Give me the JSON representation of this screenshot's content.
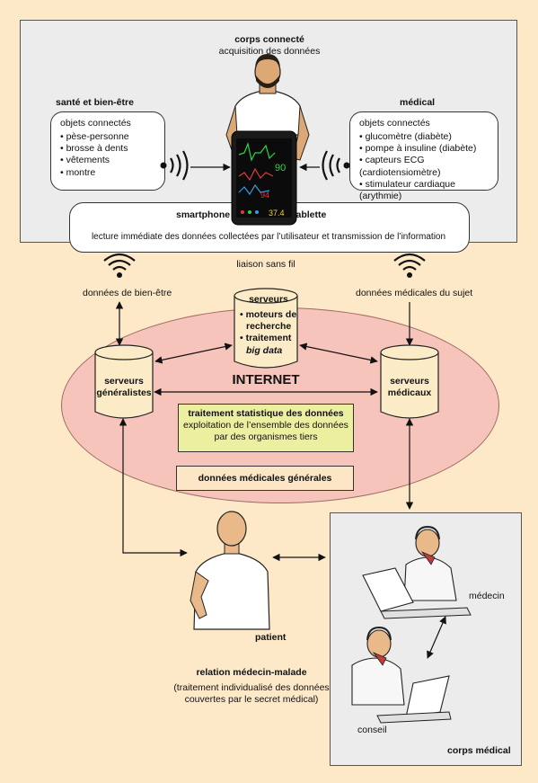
{
  "top_panel": {
    "title": "corps connecté",
    "subtitle": "acquisition des données",
    "wellness": {
      "heading": "santé et bien-être",
      "box_title": "objets connectés",
      "items": [
        "pèse-personne",
        "brosse à dents",
        "vêtements",
        "montre"
      ]
    },
    "medical": {
      "heading": "médical",
      "box_title": "objets connectés",
      "items": [
        "glucomètre (diabète)",
        "pompe à insuline (diabète)",
        "capteurs ECG (cardiotensiomètre)",
        "stimulateur cardiaque (arythmie)"
      ]
    },
    "smartphone_label": "smartphone",
    "tablet_label": "tablette",
    "reading_text": "lecture immédiate des données collectées par l’utilisateur et transmission de l’information"
  },
  "phone_screen": {
    "values": [
      "90",
      "94",
      "37.4"
    ]
  },
  "wireless_label": "liaison sans fil",
  "wellness_data_label": "données de bien-être",
  "medical_data_label": "données médicales du sujet",
  "internet": {
    "label": "INTERNET",
    "servers_top": {
      "title": "serveurs",
      "line1": "• moteurs de",
      "line2": "recherche",
      "line3": "• traitement",
      "line4": "big data"
    },
    "servers_general": {
      "line1": "serveurs",
      "line2": "généralistes"
    },
    "servers_medical": {
      "line1": "serveurs",
      "line2": "médicaux"
    },
    "stat_box": {
      "title": "traitement statistique des données",
      "line1": "exploitation de l’ensemble des données",
      "line2": "par des organismes tiers"
    },
    "general_data_label": "données médicales générales"
  },
  "patient_label": "patient",
  "relation": {
    "title": "relation médecin-malade",
    "line1": "(traitement individualisé des données",
    "line2": "couvertes par le secret médical)"
  },
  "medical_panel": {
    "doctor_label": "médecin",
    "advice_label": "conseil",
    "title": "corps médical"
  },
  "colors": {
    "background": "#fde9c8",
    "ellipse": "#f6c4ba",
    "stat_box": "#ecef9f",
    "panel": "#ececec",
    "cylinder": "#fcebc7"
  }
}
